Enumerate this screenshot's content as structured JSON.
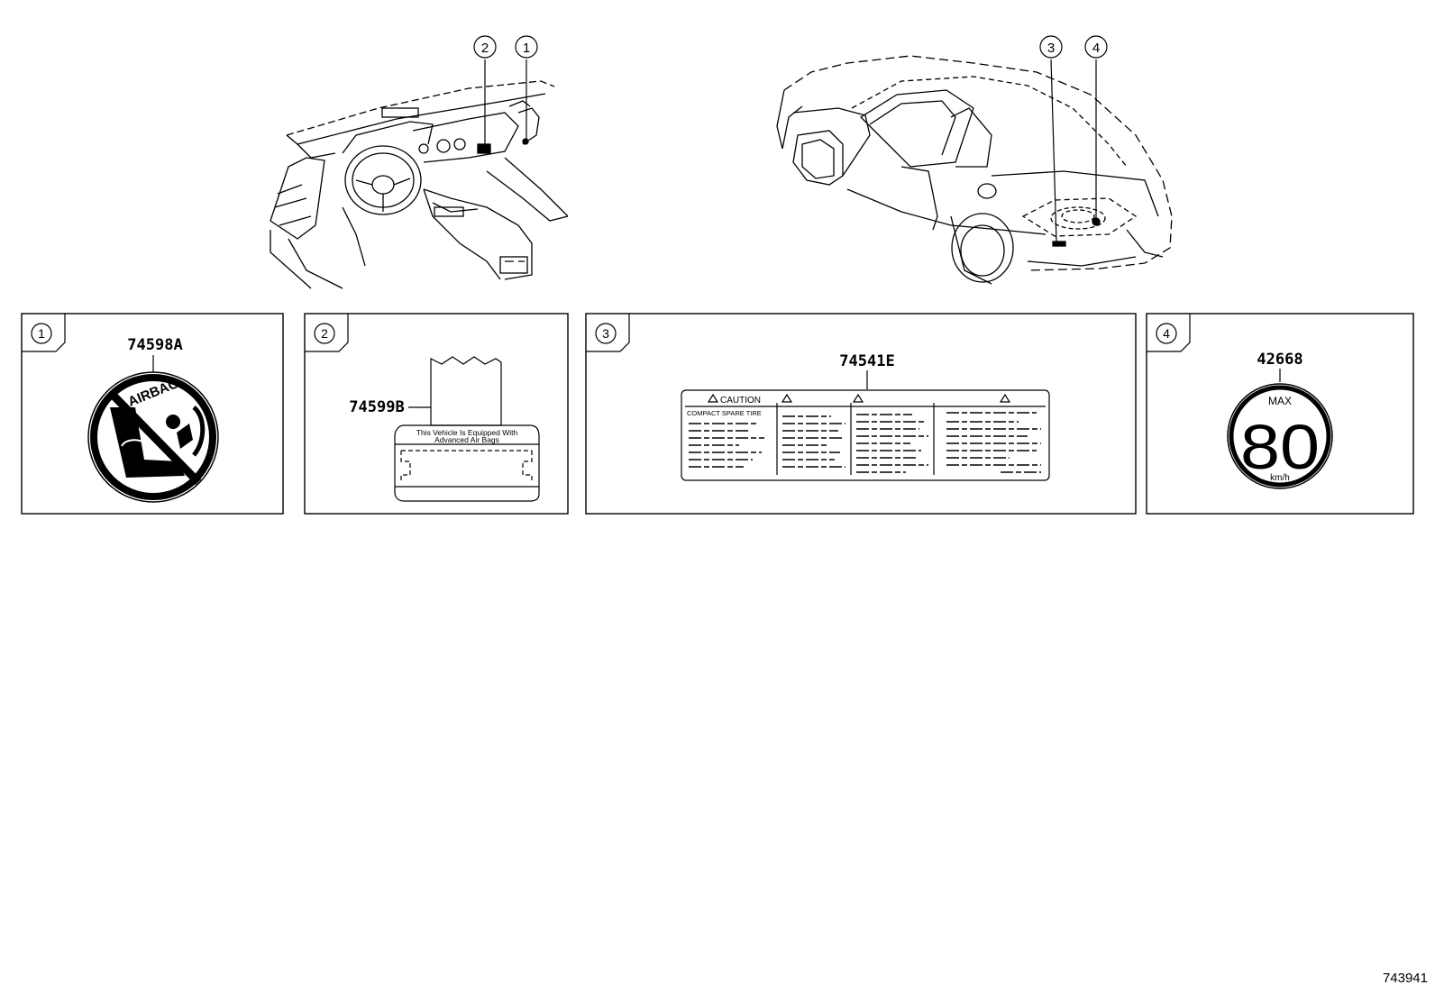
{
  "diagram": {
    "callouts": [
      "1",
      "2",
      "3",
      "4"
    ],
    "panels": [
      {
        "number": "1",
        "part_number": "74598A",
        "label_text": "AIRBAG"
      },
      {
        "number": "2",
        "part_number": "74599B",
        "label_line1": "This Vehicle Is Equipped With",
        "label_line2": "Advanced  Air  Bags"
      },
      {
        "number": "3",
        "part_number": "74541E",
        "caution_title": "CAUTION",
        "caution_subtitle": "COMPACT SPARE TIRE"
      },
      {
        "number": "4",
        "part_number": "42668",
        "max_label": "MAX",
        "speed_value": "80",
        "speed_unit": "km/h"
      }
    ],
    "figure_id": "743941"
  },
  "colors": {
    "line": "#000000",
    "background": "#ffffff"
  }
}
